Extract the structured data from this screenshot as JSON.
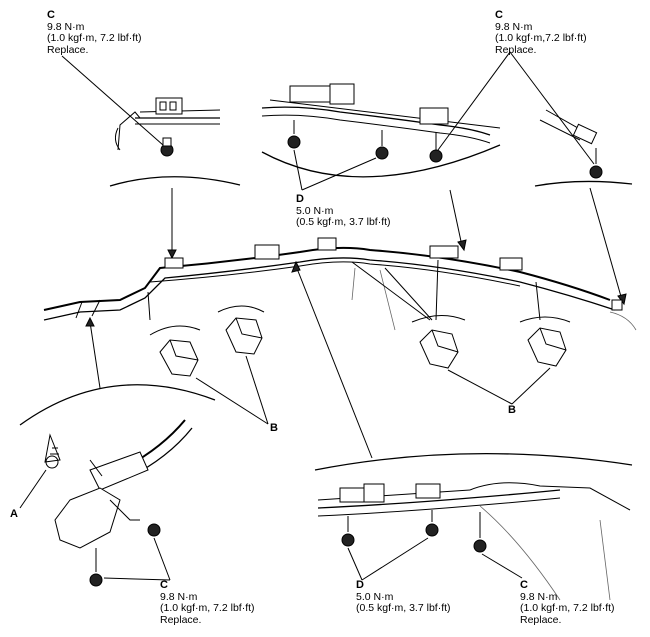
{
  "callouts": {
    "top_left": {
      "letter": "C",
      "torque": "9.8 N·m",
      "alt": "(1.0 kgf·m, 7.2 lbf·ft)",
      "note": "Replace."
    },
    "top_right": {
      "letter": "C",
      "torque": "9.8 N·m",
      "alt": "(1.0 kgf·m,7.2 lbf·ft)",
      "note": "Replace."
    },
    "top_center": {
      "letter": "D",
      "torque": "5.0 N·m",
      "alt": "(0.5 kgf·m, 3.7 lbf·ft)"
    },
    "bottom_left": {
      "letter": "C",
      "torque": "9.8 N·m",
      "alt": "(1.0 kgf·m, 7.2 lbf·ft)",
      "note": "Replace."
    },
    "bottom_mid_d": {
      "letter": "D",
      "torque": "5.0 N·m",
      "alt": "(0.5 kgf·m, 3.7 lbf·ft)"
    },
    "bottom_right": {
      "letter": "C",
      "torque": "9.8 N·m",
      "alt": "(1.0 kgf·m, 7.2 lbf·ft)",
      "note": "Replace."
    }
  },
  "labels": {
    "a": "A",
    "b_left": "B",
    "b_right": "B"
  }
}
